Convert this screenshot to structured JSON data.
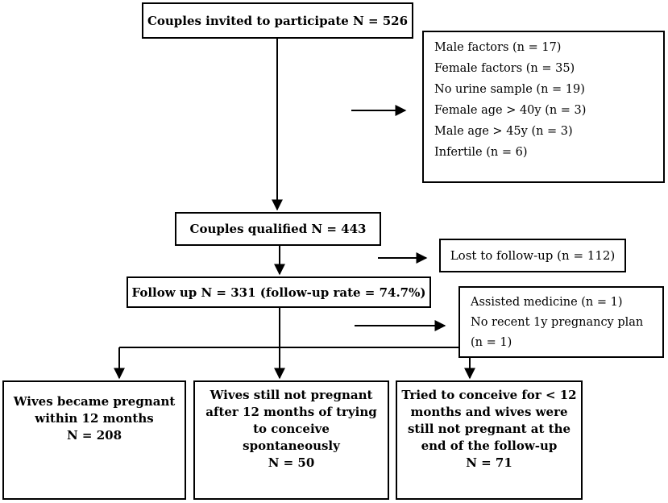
{
  "nodes": {
    "invited": "Couples invited to participate N = 526",
    "excluded": [
      "Male factors (n = 17)",
      "Female factors (n = 35)",
      "No urine sample (n = 19)",
      "Female age > 40y (n = 3)",
      "Male age > 45y (n = 3)",
      "Infertile (n = 6)"
    ],
    "qualified": "Couples qualified N = 443",
    "lost": "Lost to follow-up (n = 112)",
    "followup": "Follow up N = 331 (follow-up rate = 74.7%)",
    "removed": [
      "Assisted medicine (n = 1)",
      "No recent 1y pregnancy plan",
      "(n = 1)"
    ],
    "outcomes": [
      {
        "lines": [
          "Wives became pregnant",
          "within 12 months",
          "N = 208"
        ]
      },
      {
        "lines": [
          "Wives still not pregnant",
          "after 12 months of trying",
          "to conceive",
          "spontaneously",
          "N = 50"
        ]
      },
      {
        "lines": [
          "Tried to conceive for < 12",
          "months and wives were",
          "still not pregnant at the",
          "end of the follow-up",
          "N = 71"
        ]
      }
    ]
  }
}
